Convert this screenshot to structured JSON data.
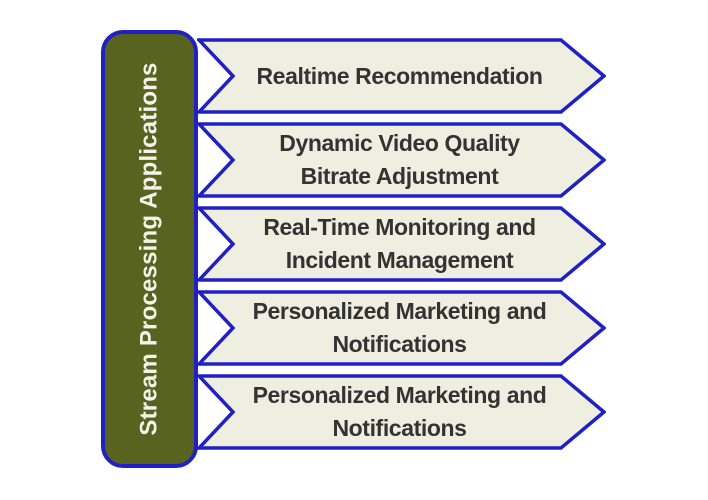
{
  "colors": {
    "background": "#ffffff",
    "border-blue": "#2020c4",
    "sidebar-green": "#57631f",
    "banner-fill": "#eeefe0",
    "banner-text": "#333333",
    "sidebar-text": "#f3f3e9"
  },
  "sidebar": {
    "title": "Stream Processing Applications"
  },
  "banners": {
    "items": [
      {
        "lines": [
          "Realtime Recommendation",
          ""
        ]
      },
      {
        "lines": [
          "Dynamic Video Quality",
          "Bitrate Adjustment"
        ]
      },
      {
        "lines": [
          "Real-Time Monitoring and",
          "Incident Management"
        ]
      },
      {
        "lines": [
          "Personalized Marketing and",
          "Notifications"
        ]
      },
      {
        "lines": [
          "Personalized Marketing and",
          "Notifications"
        ]
      }
    ]
  }
}
